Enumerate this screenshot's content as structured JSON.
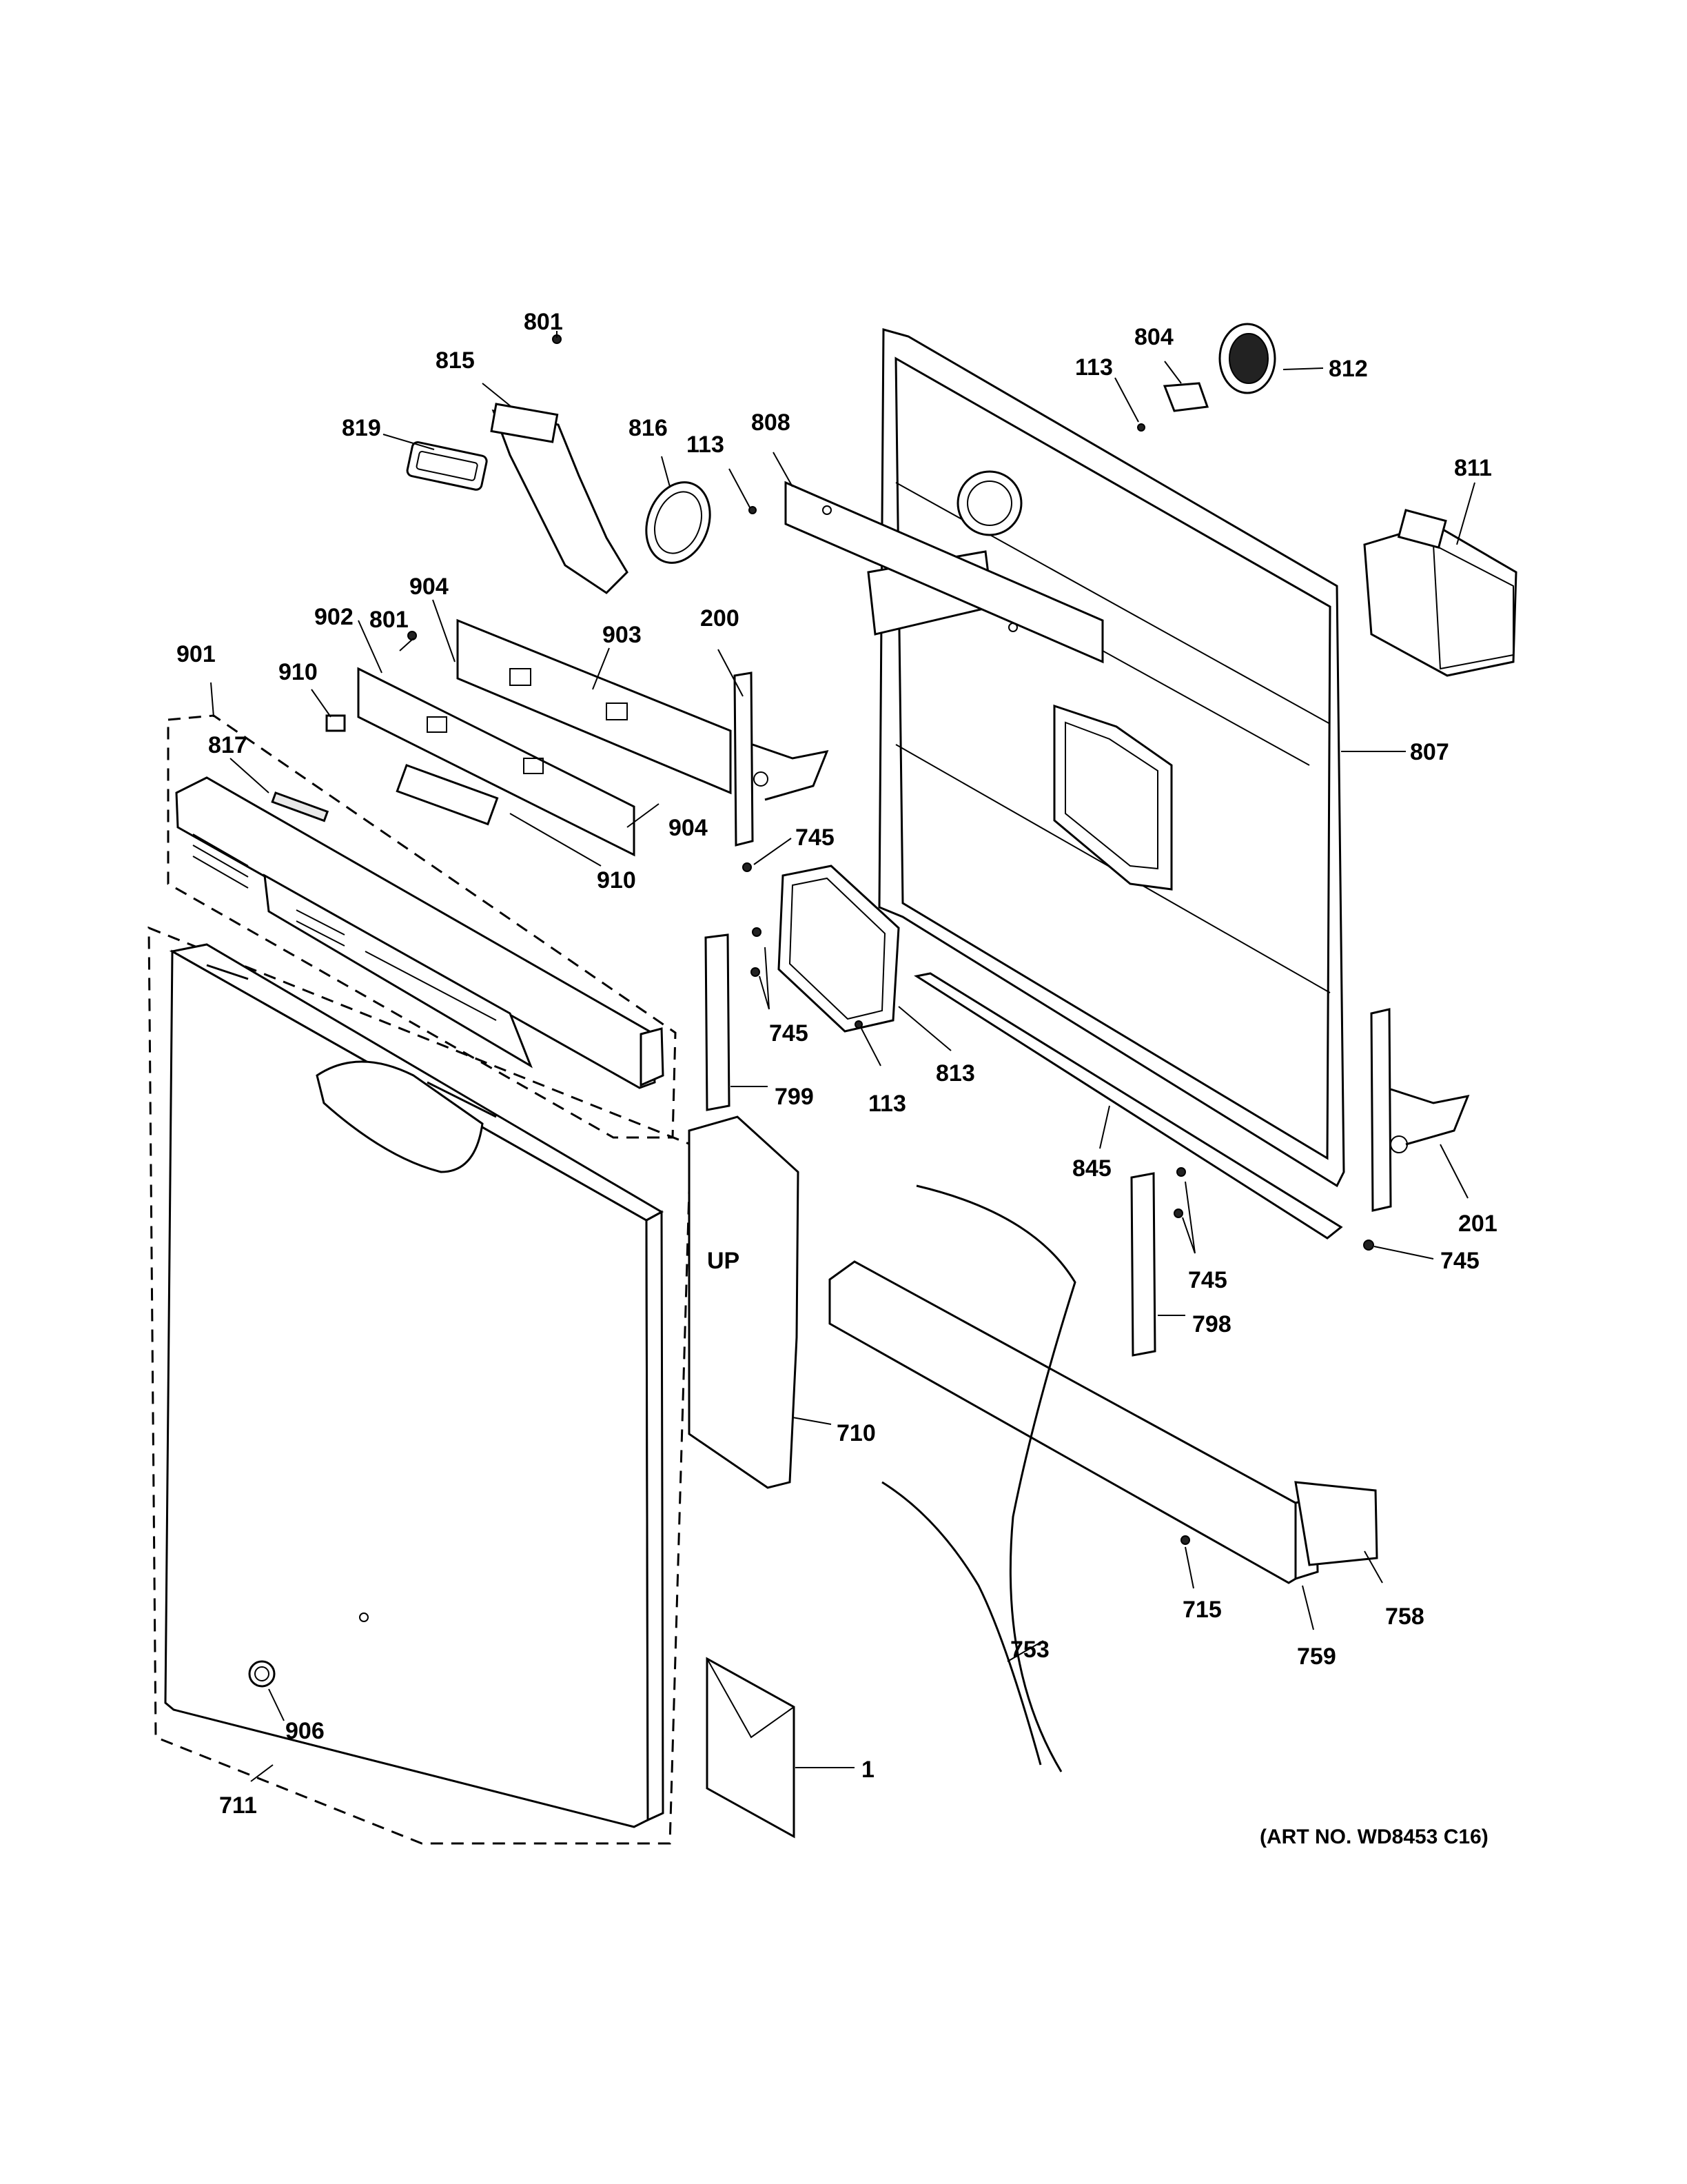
{
  "diagram": {
    "labels": {
      "p801a": "801",
      "p815": "815",
      "p816": "816",
      "p819": "819",
      "p113a": "113",
      "p808": "808",
      "p804": "804",
      "p812": "812",
      "p113b": "113",
      "p811": "811",
      "p904a": "904",
      "p902": "902",
      "p801b": "801",
      "p903": "903",
      "p200": "200",
      "p901": "901",
      "p910a": "910",
      "p807": "807",
      "p817": "817",
      "p904b": "904",
      "p745a": "745",
      "p910b": "910",
      "p745b": "745",
      "p813": "813",
      "p113c": "113",
      "p799": "799",
      "p845": "845",
      "p201": "201",
      "p745c": "745",
      "p745d": "745",
      "p798": "798",
      "p710": "710",
      "p715": "715",
      "p758": "758",
      "p759": "759",
      "p753": "753",
      "p906": "906",
      "p1": "1",
      "p711": "711"
    },
    "art_no": "(ART NO. WD8453 C16)",
    "icons": {
      "gear": "vent-wheel-icon",
      "grip": "ge-logo-icon",
      "up_text": "UP"
    }
  }
}
